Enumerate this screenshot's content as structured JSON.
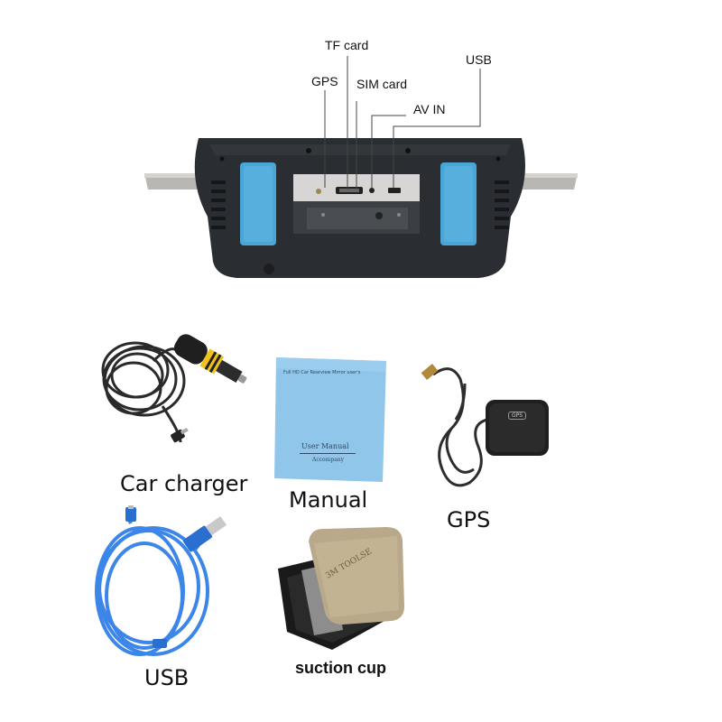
{
  "device_ports": {
    "tf_card": "TF card",
    "gps": "GPS",
    "sim_card": "SIM card",
    "usb": "USB",
    "av_in": "AV IN"
  },
  "accessories": {
    "car_charger": "Car charger",
    "manual": "Manual",
    "gps": "GPS",
    "usb": "USB",
    "suction_cup": "suction cup"
  },
  "manual_booklet": {
    "header": "Full HD Car Rearview Mirror user's",
    "title": "User Manual",
    "subtitle": "Accompany"
  },
  "gps_puck_label": "GPS",
  "tape_print": "3M TOOLSE",
  "colors": {
    "device_body": "#2b2e33",
    "pad_blue": "#4aa6d6",
    "usb_cable": "#3b86e8",
    "manual_blue": "#8fc6ea"
  }
}
